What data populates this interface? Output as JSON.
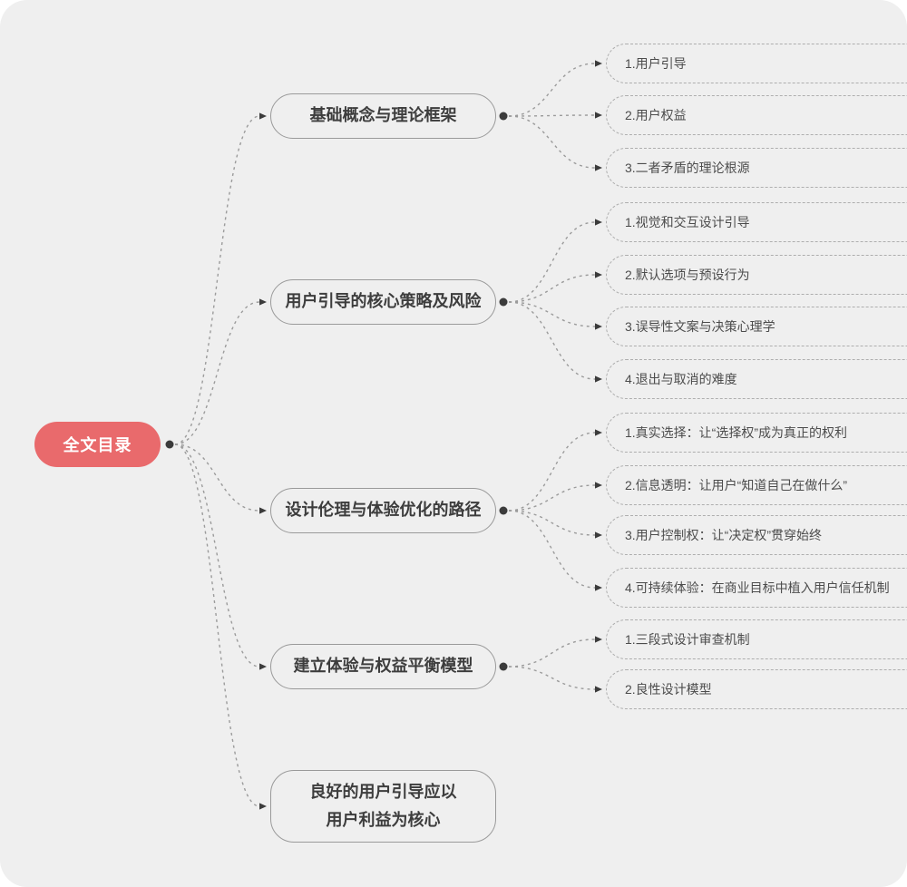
{
  "canvas": {
    "background": "#efefef",
    "page_background": "#ffffff",
    "line_color": "#9b9b9b",
    "dot_color": "#3b3b3b",
    "arrow_color": "#3b3b3b"
  },
  "root": {
    "label": "全文目录",
    "color": "#e96a6c",
    "text_color": "#ffffff"
  },
  "branches": [
    {
      "label": "基础概念与理论框架",
      "children": [
        "1.用户引导",
        "2.用户权益",
        "3.二者矛盾的理论根源"
      ]
    },
    {
      "label": "用户引导的核心策略及风险",
      "children": [
        "1.视觉和交互设计引导",
        "2.默认选项与预设行为",
        "3.误导性文案与决策心理学",
        "4.退出与取消的难度"
      ]
    },
    {
      "label": "设计伦理与体验优化的路径",
      "children": [
        "1.真实选择：让“选择权”成为真正的权利",
        "2.信息透明：让用户“知道自己在做什么”",
        "3.用户控制权：让“决定权”贯穿始终",
        "4.可持续体验：在商业目标中植入用户信任机制"
      ]
    },
    {
      "label": "建立体验与权益平衡模型",
      "children": [
        "1.三段式设计审查机制",
        "2.良性设计模型"
      ]
    },
    {
      "label": "良好的用户引导应以\n用户利益为核心",
      "children": []
    }
  ]
}
